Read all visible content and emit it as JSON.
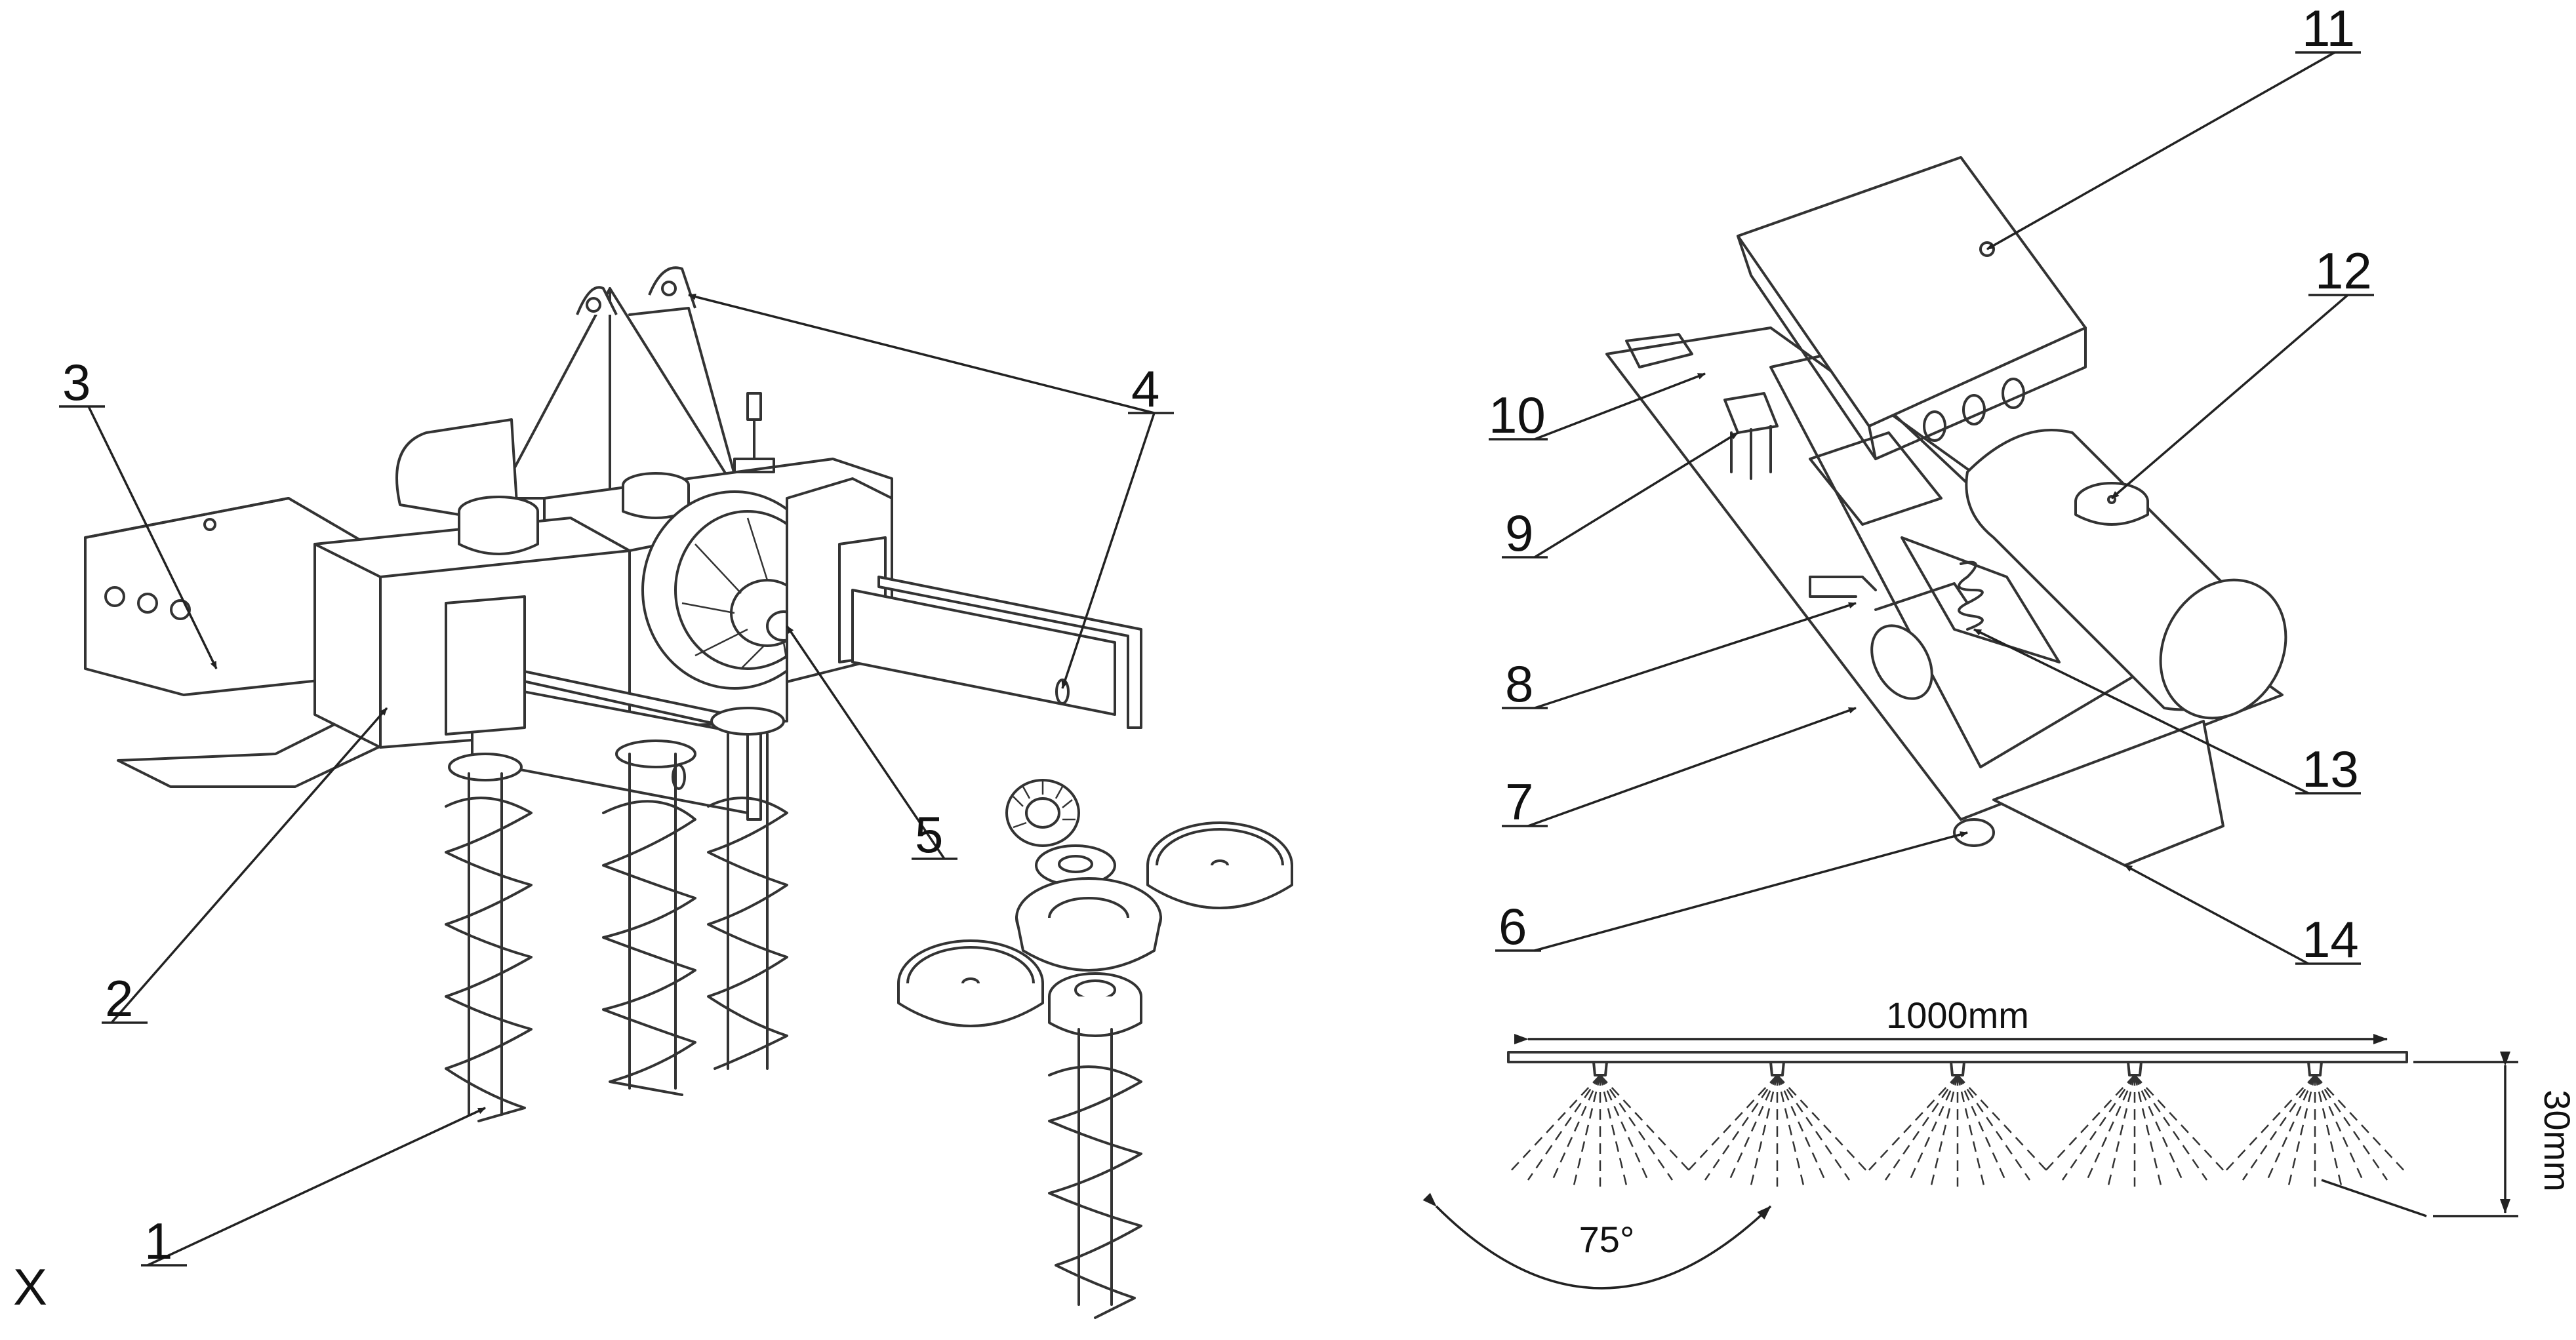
{
  "callouts": [
    "1",
    "2",
    "3",
    "4",
    "5",
    "6",
    "7",
    "8",
    "9",
    "10",
    "11",
    "12",
    "13",
    "14"
  ],
  "dimensions": {
    "width_label": "1000mm",
    "height_label": "30mm",
    "angle_label": "75°"
  },
  "axis_mark": "X"
}
